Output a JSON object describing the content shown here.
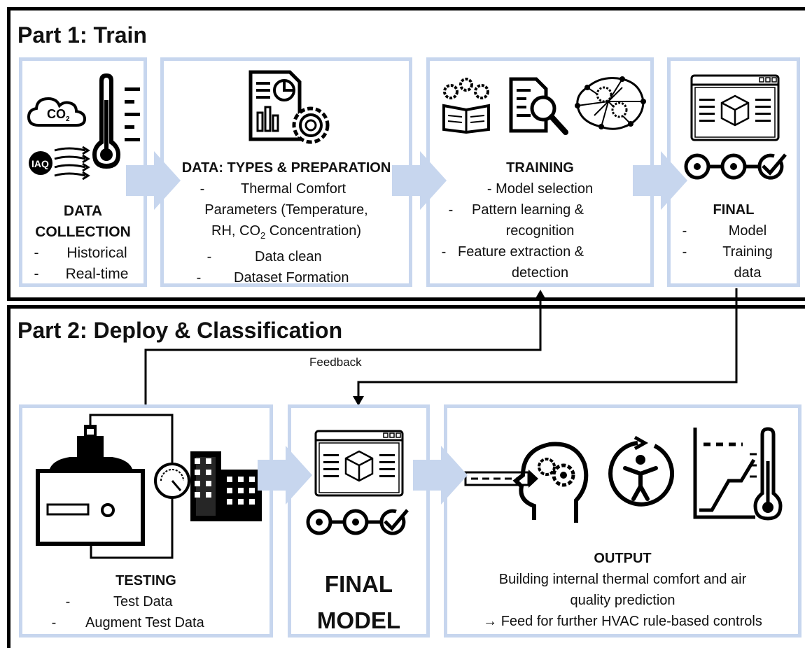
{
  "part1": {
    "title": "Part 1: Train",
    "data_collection": {
      "heading1": "DATA",
      "heading2": "COLLECTION",
      "items": [
        "Historical",
        "Real-time"
      ],
      "icons": [
        "co2-cloud-icon",
        "thermometer-icon",
        "iaq-wind-icon"
      ],
      "co2_label": "CO",
      "iaq_label": "IAQ"
    },
    "data_prep": {
      "heading": "DATA: TYPES & PREPARATION",
      "item1_lines": [
        "Thermal Comfort",
        "Parameters (Temperature,",
        "RH, CO",
        "2",
        " Concentration)"
      ],
      "items": [
        "Data clean",
        "Dataset Formation"
      ]
    },
    "training": {
      "heading": "TRAINING",
      "items": [
        "- Model selection",
        "Pattern learning &",
        "recognition",
        "Feature extraction &",
        "detection"
      ]
    },
    "final": {
      "heading": "FINAL",
      "items": [
        "Model",
        "Training",
        "data"
      ]
    }
  },
  "part2": {
    "title": "Part 2: Deploy & Classification",
    "feedback_label": "Feedback",
    "testing": {
      "heading": "TESTING",
      "items": [
        "Test Data",
        "Augment Test Data"
      ]
    },
    "final_model": {
      "line1": "FINAL",
      "line2": "MODEL"
    },
    "output": {
      "heading": "OUTPUT",
      "lines": [
        "Building internal thermal comfort and air",
        "quality prediction",
        "→ Feed for further HVAC rule-based controls"
      ]
    }
  },
  "colors": {
    "panel_border": "#c7d6ee",
    "flow_arrow": "#c7d6ee",
    "frame": "#000000"
  }
}
